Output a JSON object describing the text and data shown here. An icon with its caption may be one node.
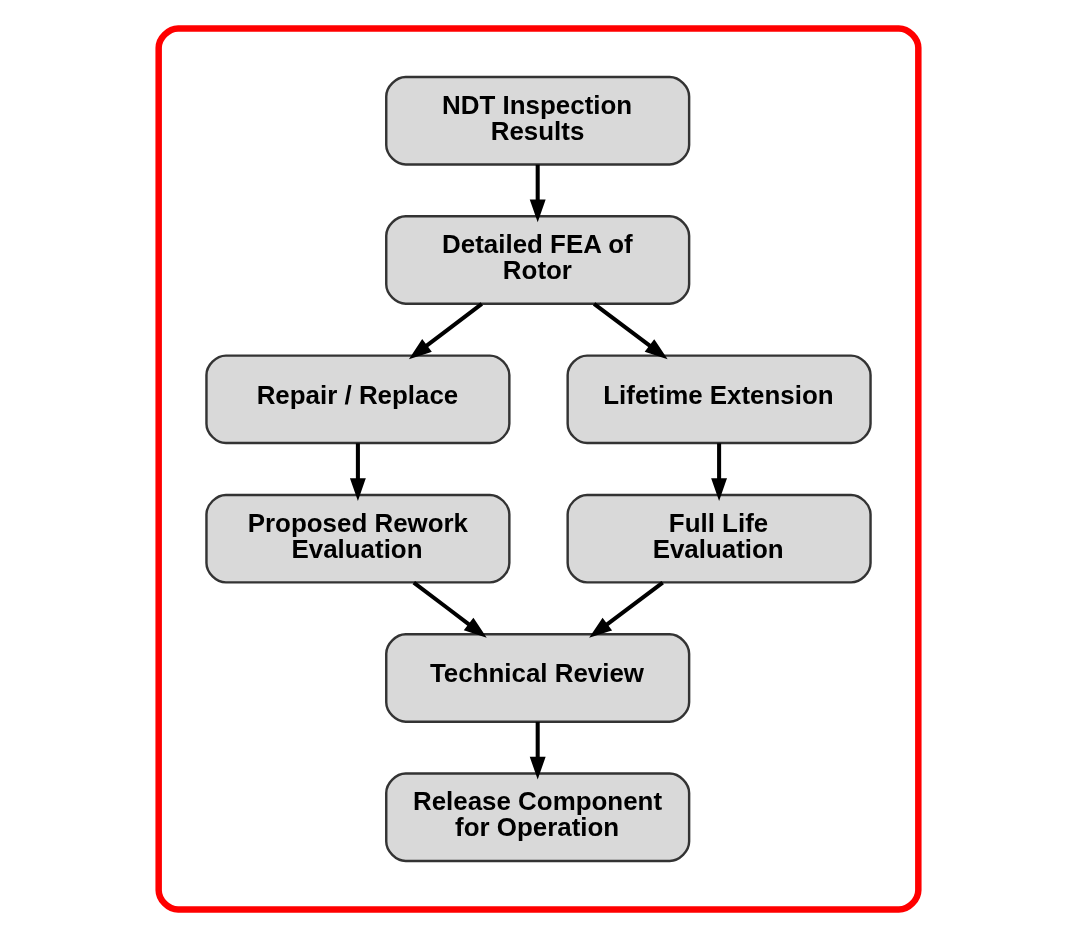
{
  "diagram": {
    "nodes": [
      {
        "text": [],
        "shape": "box"
      },
      {
        "text": [
          "NDT Inspection Results"
        ],
        "in": 0
      },
      {
        "text": [
          "Detailed FEA of Rotor"
        ],
        "in": 0
      },
      {
        "text": [
          "Repair / Replace"
        ],
        "in": 0
      },
      {
        "text": [
          "Lifetime Extension"
        ],
        "in": 0
      },
      {
        "text": [
          "Proposed Rework Evaluation"
        ],
        "in": 0
      },
      {
        "text": [
          "Full Life Evaluation"
        ],
        "in": 0
      },
      {
        "text": [
          "Technical Review"
        ],
        "in": 0
      },
      {
        "text": [
          "Release Component for Operation"
        ],
        "in": 0
      }
    ],
    "edges": [
      {
        "from": 1,
        "to": 2,
        "arrow": "to"
      },
      {
        "from": 2,
        "to": 3,
        "arrow": "to"
      },
      {
        "from": 2,
        "to": 4,
        "arrow": "to"
      },
      {
        "from": 3,
        "to": 5,
        "arrow": "to"
      },
      {
        "from": 4,
        "to": 6,
        "arrow": "to"
      },
      {
        "from": 5,
        "to": 7,
        "arrow": "to"
      },
      {
        "from": 6,
        "to": 7,
        "arrow": "to"
      },
      {
        "from": 7,
        "to": 8,
        "arrow": "to"
      }
    ]
  }
}
